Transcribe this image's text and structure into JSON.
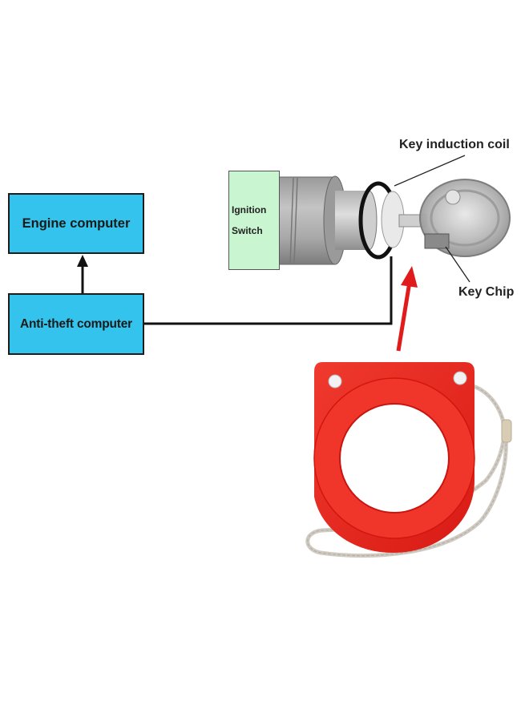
{
  "diagram": {
    "boxes": {
      "engine": "Engine computer",
      "antitheft": "Anti-theft computer",
      "ignition_line1": "Ignition",
      "ignition_line2": "Switch"
    },
    "labels": {
      "coil": "Key induction coil",
      "chip": "Key Chip"
    },
    "colors": {
      "computer_box": "#33c3ec",
      "ignition_box": "#c9f5d0",
      "coil_ring": "#e8211c",
      "arrow": "#e01b1b",
      "lanyard": "#cfcac2"
    }
  }
}
